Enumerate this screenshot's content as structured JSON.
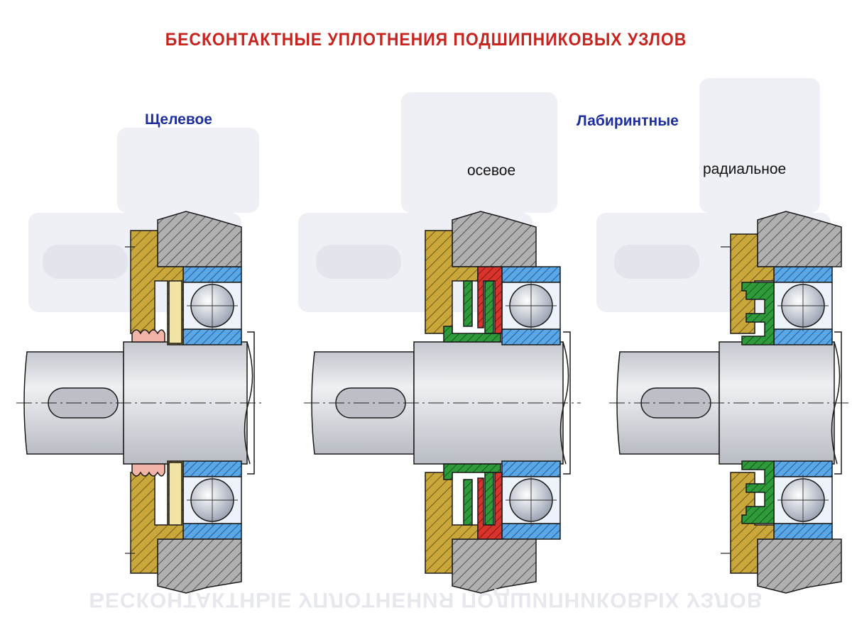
{
  "title": "БЕСКОНТАКТНЫЕ УПЛОТНЕНИЯ ПОДШИПНИКОВЫХ УЗЛОВ",
  "labels": {
    "slot": "Щелевое",
    "labyrinth": "Лабиринтные",
    "axial": "осевое",
    "radial": "радиальное"
  },
  "colors": {
    "title": "#c8241f",
    "label_blue": "#1d2f9e",
    "cover_brass": "#c9a73a",
    "housing_gray": "#b3b3b3",
    "bearing_blue": "#5aa7e6",
    "seal_red": "#d8342c",
    "seal_green": "#2e9a3a",
    "shaft": "#d5d7dc",
    "slot_gap": "#f3e4a6",
    "ghost": "#e9ebf1"
  }
}
